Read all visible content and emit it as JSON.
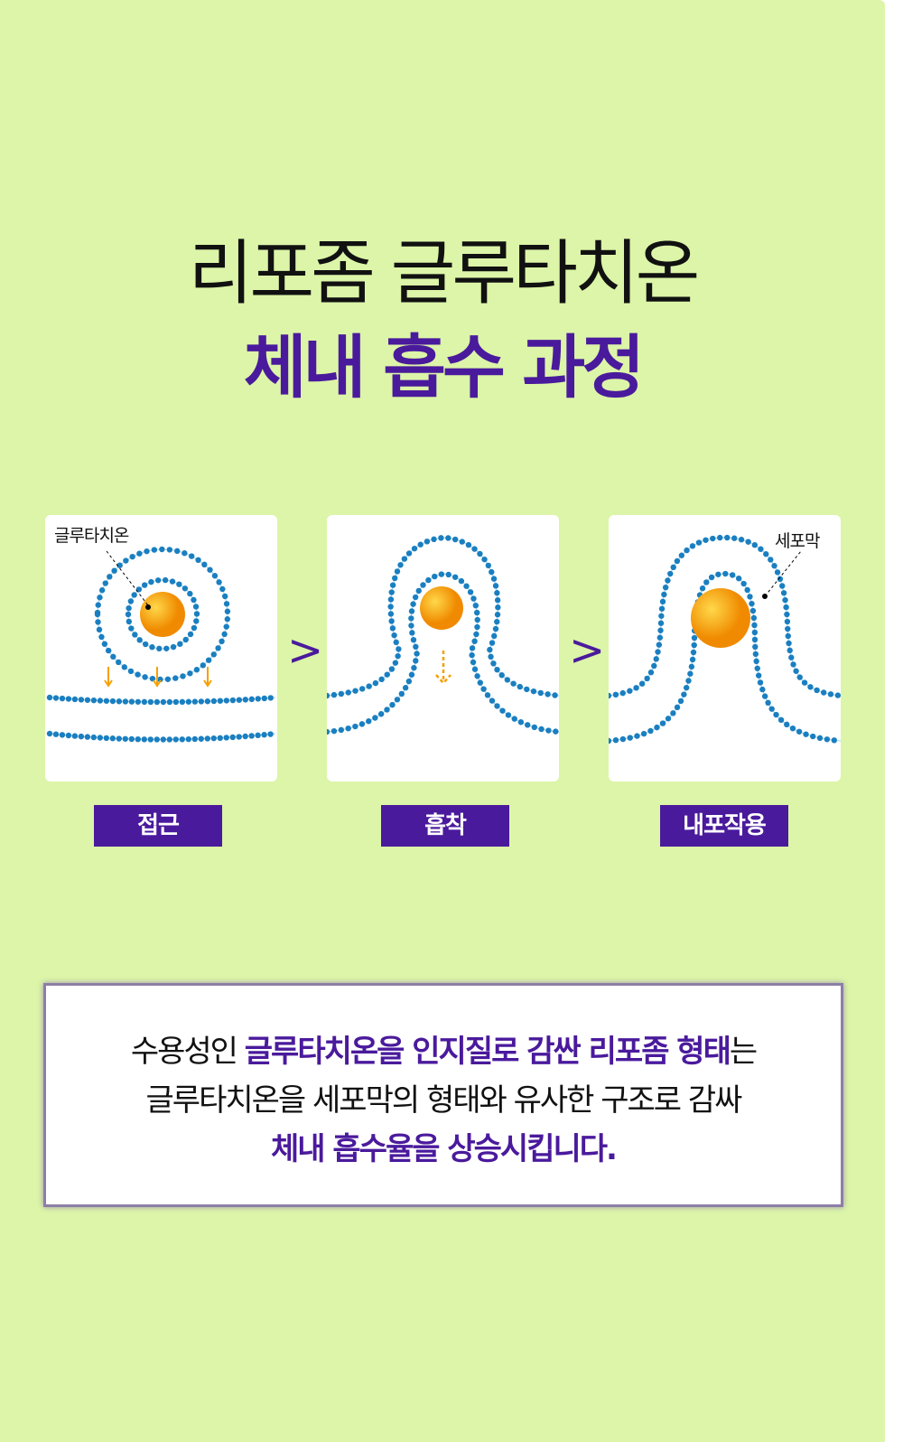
{
  "title": {
    "line1": "리포좀 글루타치온",
    "line2": "체내 흡수 과정"
  },
  "steps": [
    {
      "label": "접근",
      "annotation": "글루타치온"
    },
    {
      "label": "흡착"
    },
    {
      "label": "내포작용",
      "annotation": "세포막"
    }
  ],
  "description": {
    "l1_plain": "수용성인 ",
    "l1_bold": "글루타치온을 인지질로 감싼 리포좀 형태",
    "l1_end": "는",
    "l2": "글루타치온을 세포막의 형태와 유사한 구조로 감싸",
    "l3": "체내  흡수율을 상승시킵니다."
  },
  "colors": {
    "background": "#dcf5a8",
    "accent": "#4a1a9c",
    "membrane": "#1a7fc0",
    "sphere": "#f5a000"
  }
}
